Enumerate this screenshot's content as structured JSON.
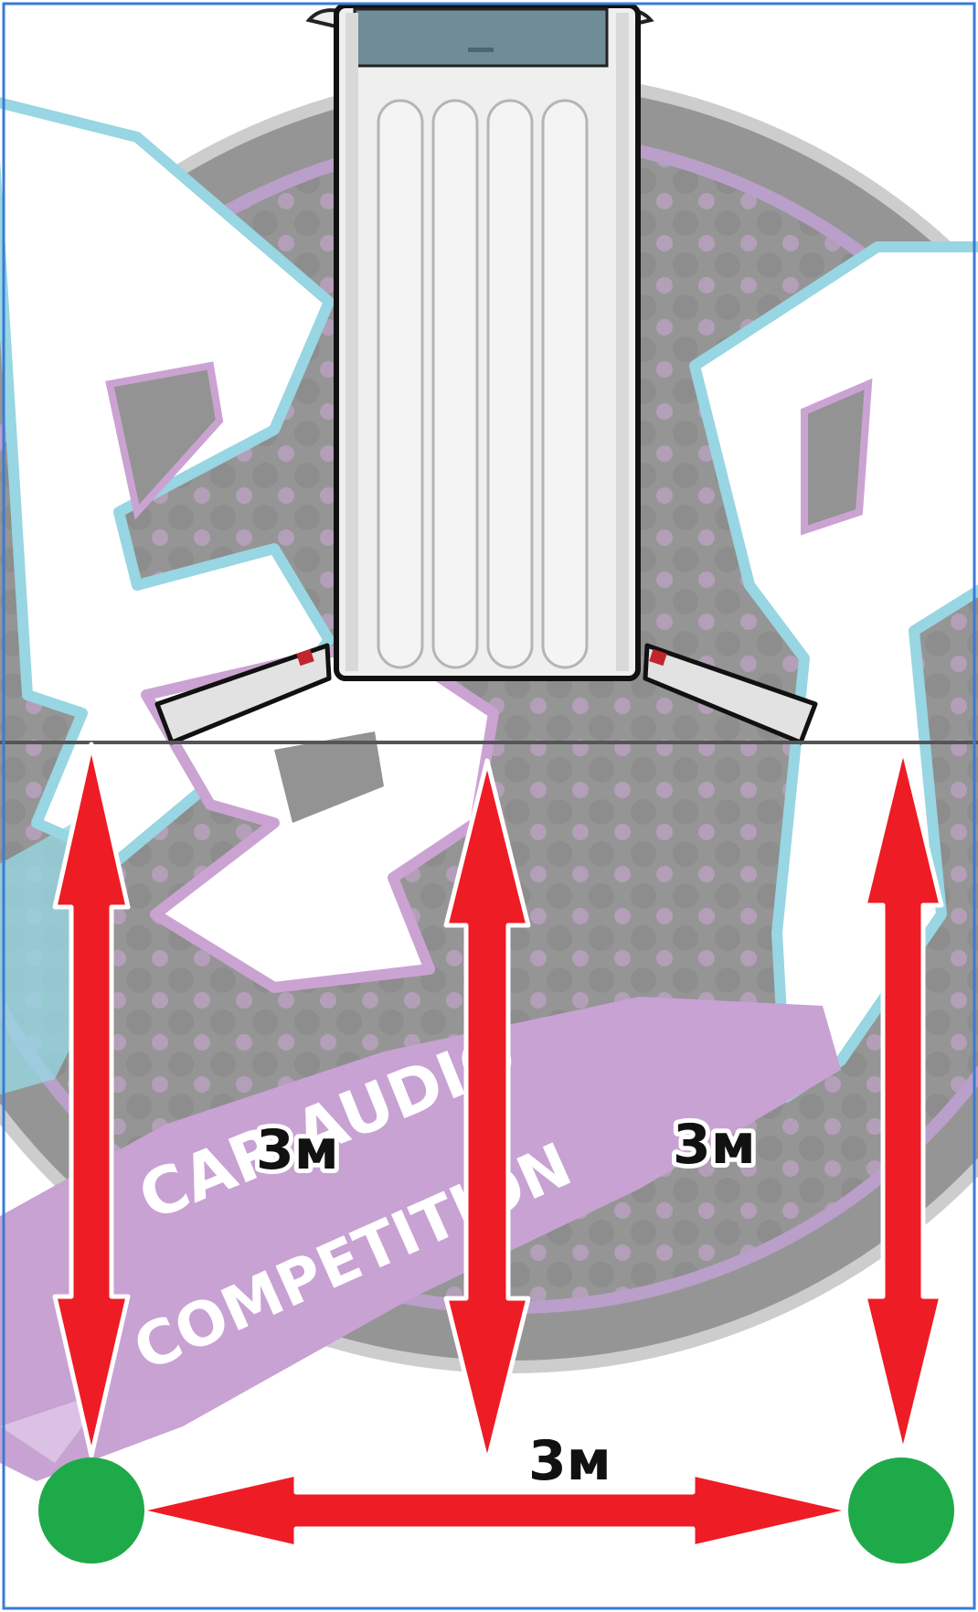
{
  "diagram": {
    "labels": {
      "left_distance": "3м",
      "right_distance": "3м",
      "bottom_distance": "3м"
    },
    "background_text": {
      "line1": "CAR AUDIO",
      "line2": "COMPETITION"
    },
    "colors": {
      "arrow": "#ee1c24",
      "marker": "#1faa4a",
      "logo_gray": "#8c8c8c",
      "logo_purple": "#c79ccf",
      "logo_cyan": "#8fd3e0",
      "frame_blue": "#3a7bd5"
    },
    "icons": {
      "vehicle": "van-top-view-icon",
      "markers": "green-dot-marker-icon",
      "arrows": "double-headed-arrow-icon"
    }
  }
}
